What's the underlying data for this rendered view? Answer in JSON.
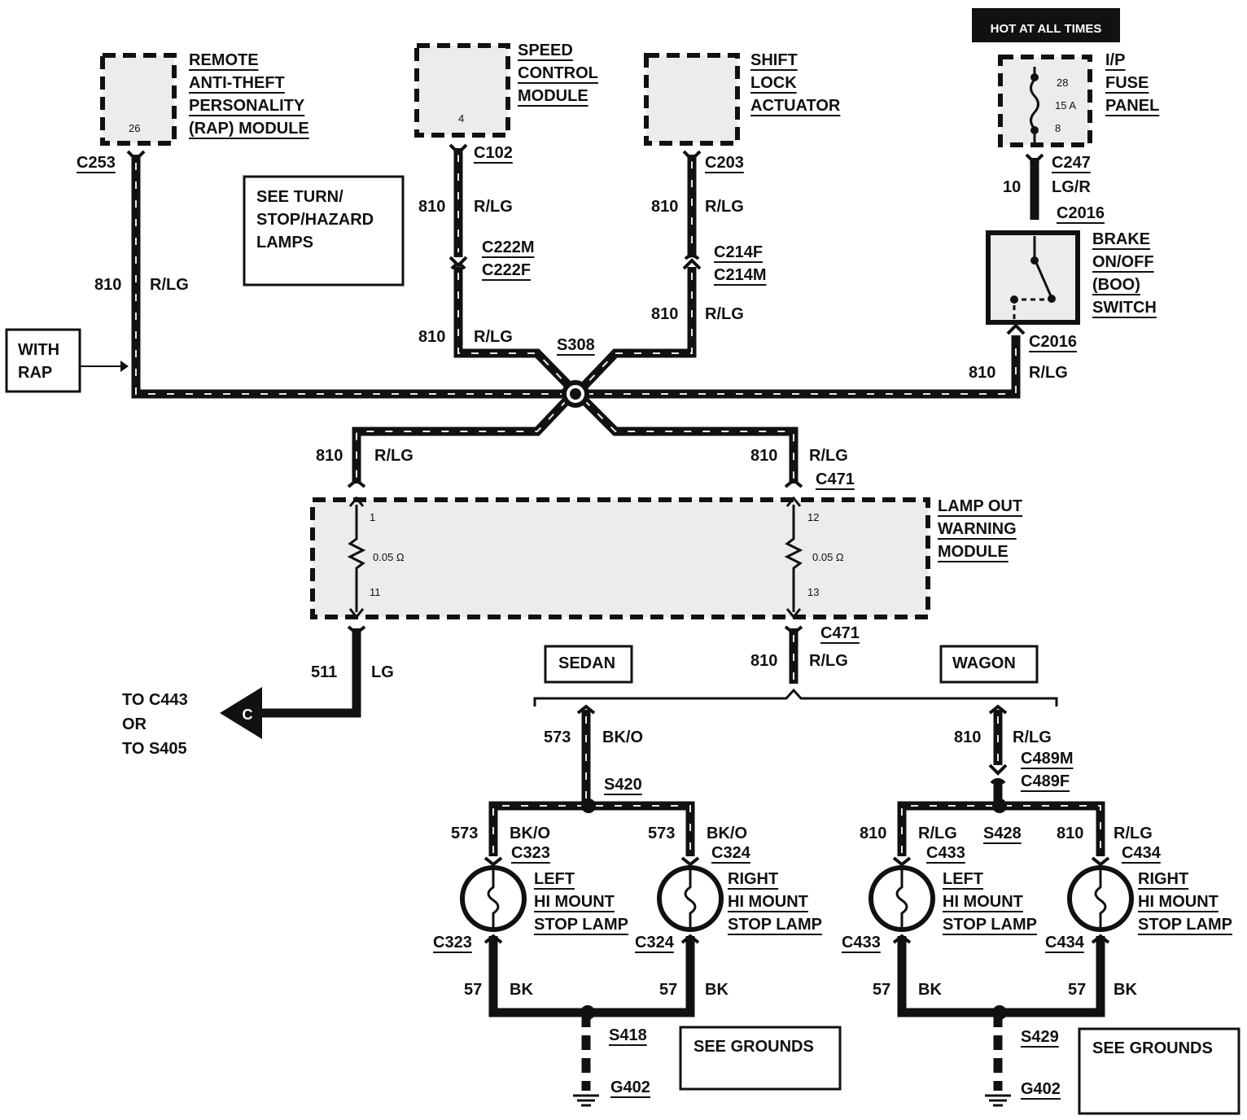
{
  "hot_at_all_times": "HOT AT ALL TIMES",
  "components": {
    "rap_module": {
      "lines": [
        "REMOTE",
        "ANTI-THEFT",
        "PERSONALITY",
        "(RAP) MODULE"
      ],
      "pin": "26",
      "connector": "C253"
    },
    "speed_control": {
      "lines": [
        "SPEED",
        "CONTROL",
        "MODULE"
      ],
      "pin": "4",
      "connector": "C102"
    },
    "shift_lock": {
      "lines": [
        "SHIFT",
        "LOCK",
        "ACTUATOR"
      ],
      "connector": "C203"
    },
    "fuse_panel": {
      "lines": [
        "I/P",
        "FUSE",
        "PANEL"
      ],
      "pin_top": "28",
      "rating": "15 A",
      "pin_bottom": "8",
      "connector": "C247"
    },
    "boo_switch": {
      "lines": [
        "BRAKE",
        "ON/OFF",
        "(BOO)",
        "SWITCH"
      ],
      "connector": "C2016"
    },
    "lamp_out_module": {
      "lines": [
        "LAMP OUT",
        "WARNING",
        "MODULE"
      ],
      "pins": [
        "1",
        "11",
        "12",
        "13"
      ],
      "resistance": "0.05 Ω"
    }
  },
  "notes": {
    "see_turn": [
      "SEE TURN/",
      "STOP/HAZARD",
      "LAMPS"
    ],
    "with_rap": [
      "WITH",
      "RAP"
    ],
    "sedan": "SEDAN",
    "wagon": "WAGON",
    "see_grounds": "SEE GROUNDS",
    "to_c443": [
      "TO C443",
      "OR",
      "TO S405"
    ],
    "arrow_letter": "C"
  },
  "wires": {
    "r_lg": "R/LG",
    "n810": "810",
    "lg_r": "LG/R",
    "n10": "10",
    "lg": "LG",
    "n511": "511",
    "bk_o": "BK/O",
    "n573": "573",
    "bk": "BK",
    "n57": "57"
  },
  "connectors": {
    "c222m": "C222M",
    "c222f": "C222F",
    "c214f": "C214F",
    "c214m": "C214M",
    "c2016": "C2016",
    "c471": "C471",
    "c489m": "C489M",
    "c489f": "C489F",
    "c323": "C323",
    "c324": "C324",
    "c433": "C433",
    "c434": "C434"
  },
  "splices": {
    "s308": "S308",
    "s420": "S420",
    "s428": "S428",
    "s418": "S418",
    "s429": "S429"
  },
  "grounds": {
    "g402": "G402"
  },
  "lamps": {
    "left": [
      "LEFT",
      "HI MOUNT",
      "STOP LAMP"
    ],
    "right": [
      "RIGHT",
      "HI MOUNT",
      "STOP LAMP"
    ]
  }
}
